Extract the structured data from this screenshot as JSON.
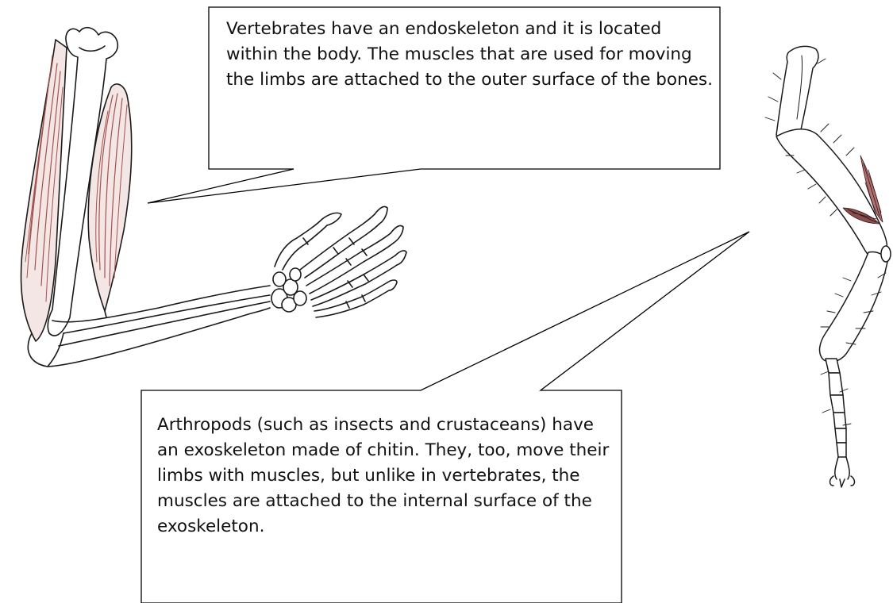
{
  "callouts": {
    "vertebrate": {
      "text": "Vertebrates have an endoskeleton and it is located within the body. The muscles that are used for moving the limbs are attached to the outer surface of the bones."
    },
    "arthropod": {
      "text": "Arthropods (such as insects and crustaceans) have an exoskeleton made of chitin. They, too, move their limbs with muscles, but unlike in vertebrates, the muscles are attached to the internal surface of the exoskeleton."
    }
  },
  "illustrations": {
    "human_arm": "vertebrate-arm-drawing",
    "insect_leg": "arthropod-leg-drawing"
  },
  "colors": {
    "ink": "#1a1a1a",
    "muscle": "#a0524f",
    "background": "#ffffff"
  }
}
